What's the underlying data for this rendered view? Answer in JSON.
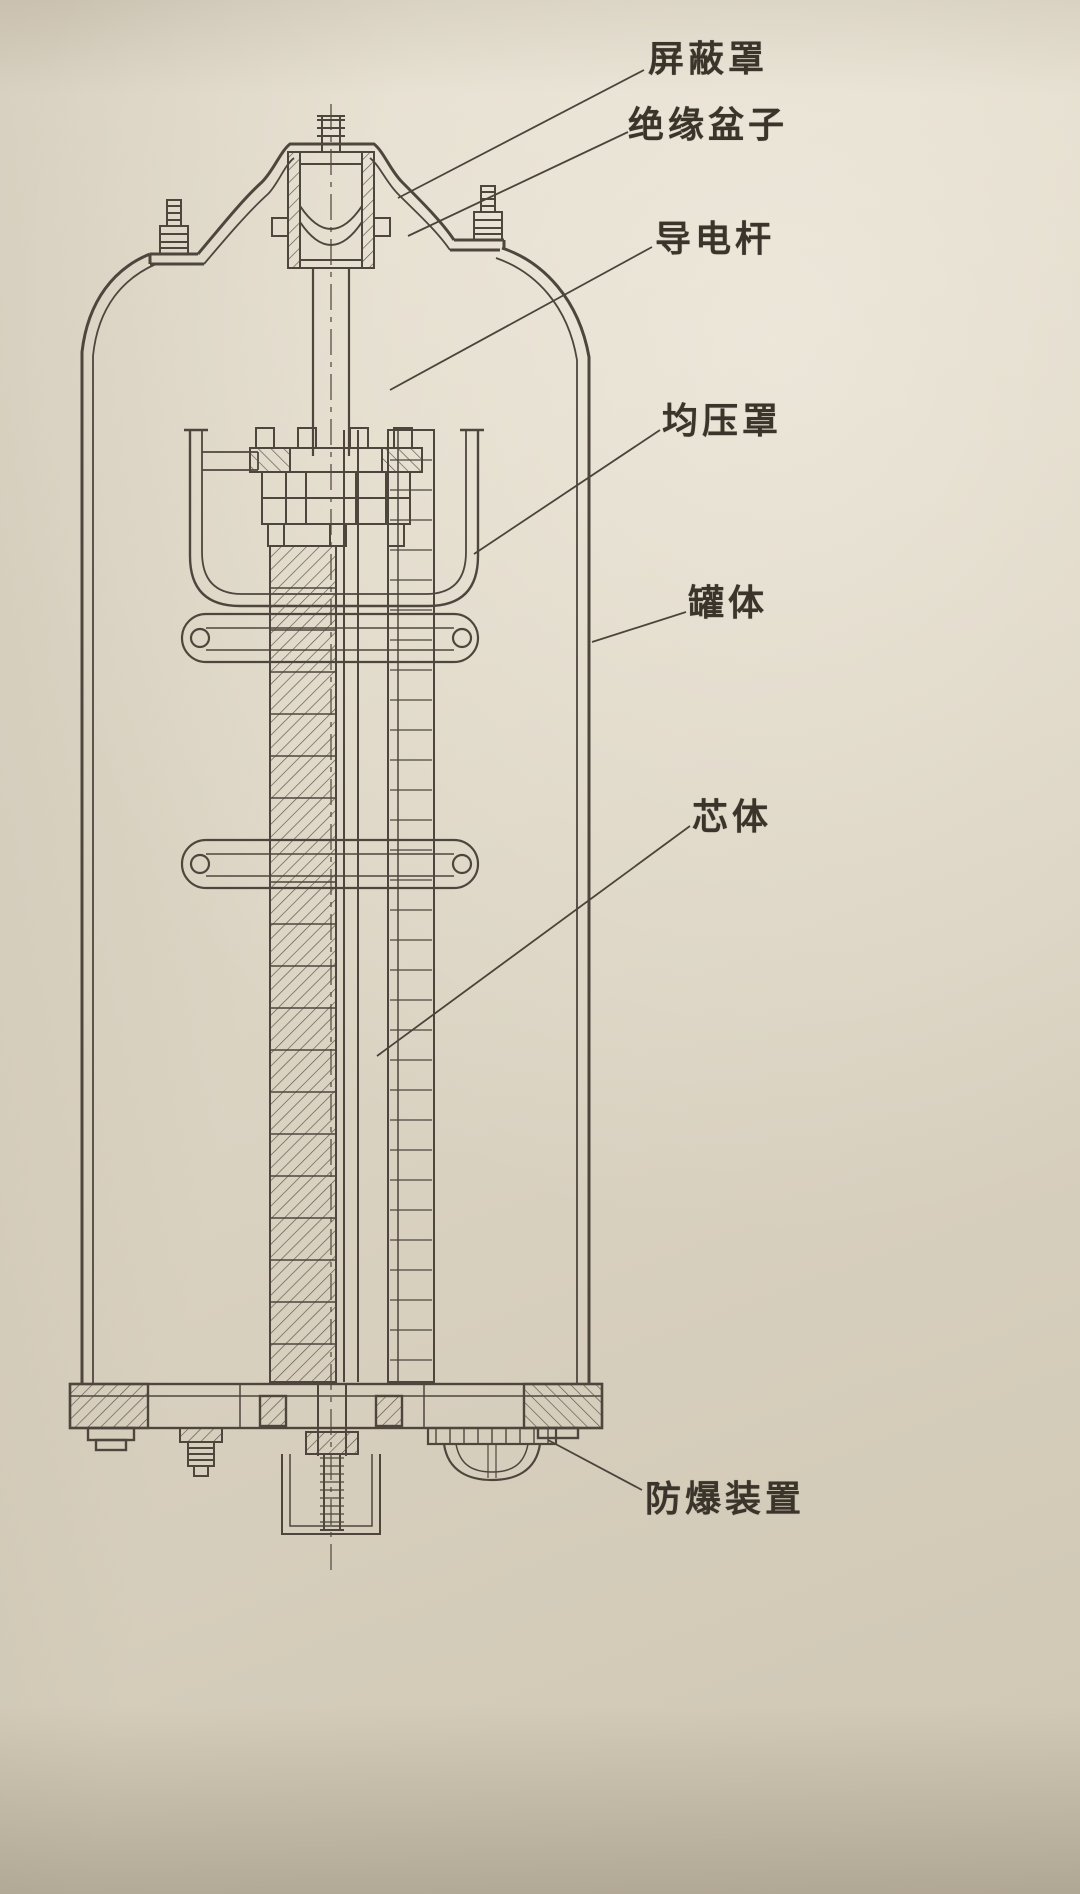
{
  "diagram": {
    "labels": [
      {
        "id": "shield-cover",
        "text": "屏蔽罩"
      },
      {
        "id": "insulating-basin",
        "text": "绝缘盆子"
      },
      {
        "id": "conductive-rod",
        "text": "导电杆"
      },
      {
        "id": "grading-shield",
        "text": "均压罩"
      },
      {
        "id": "tank-body",
        "text": "罐体"
      },
      {
        "id": "core-body",
        "text": "芯体"
      },
      {
        "id": "explosion-proof-device",
        "text": "防爆装置"
      }
    ],
    "colors": {
      "paper": "#dad2c1",
      "ink": "#4e463d",
      "label_text": "#3a342b"
    }
  }
}
